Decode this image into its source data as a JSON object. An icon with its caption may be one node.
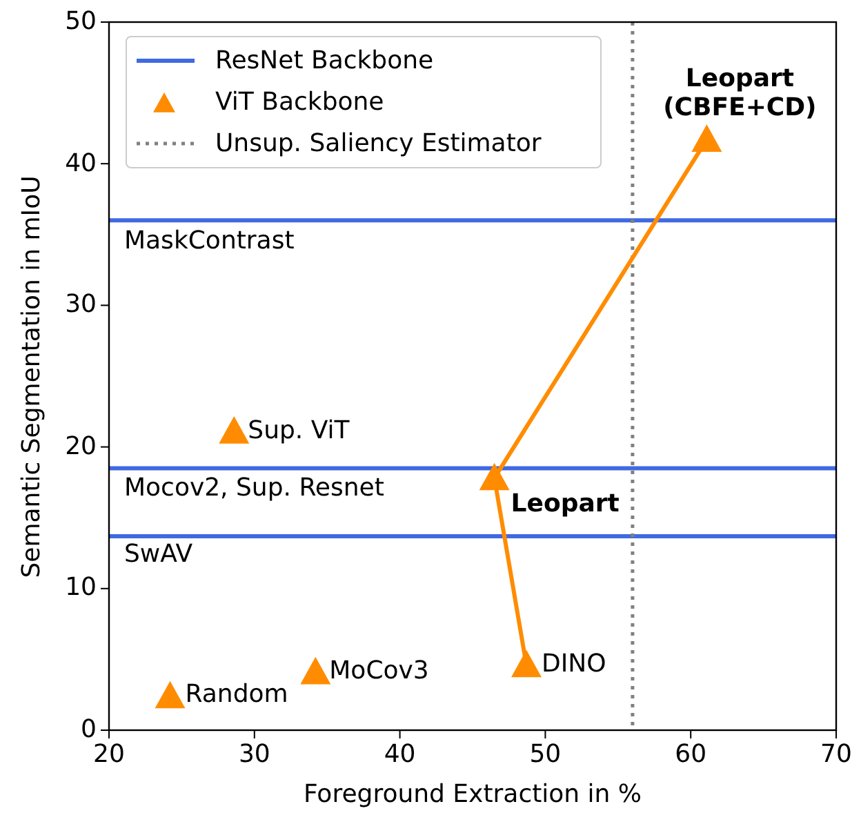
{
  "diagram": {
    "legend": [
      {
        "text": "ResNet Backbone"
      },
      {
        "text": "ViT Backbone"
      },
      {
        "text": "Unsup. Saliency Estimator"
      }
    ],
    "chart_data": {
      "type": "scatter",
      "xlabel": "Foreground Extraction in %",
      "ylabel": "Semantic Segmentation in mIoU",
      "xlim": [
        20,
        70
      ],
      "ylim": [
        0,
        50
      ],
      "xticks": [
        20,
        30,
        40,
        50,
        60,
        70
      ],
      "yticks": [
        0,
        10,
        20,
        30,
        40,
        50
      ],
      "x": [
        24.2,
        34.2,
        28.6,
        48.7,
        46.5,
        61.1
      ],
      "series": [
        {
          "color": "#ff8c00",
          "values": [
            2.4,
            4.1,
            21.1,
            4.6,
            17.8,
            41.7
          ]
        },
        {
          "color": "#ff8c00",
          "type": "line",
          "values": [
            null,
            null,
            null,
            4.6,
            17.8,
            41.7
          ]
        }
      ],
      "ref_lines": [
        {
          "axis": "y",
          "value": 36,
          "label": "MaskContrast",
          "color": "#4169e1"
        },
        {
          "axis": "y",
          "value": 18.5,
          "label": "Mocov2, Sup. Resnet",
          "color": "#4169e1"
        },
        {
          "axis": "y",
          "value": 13.7,
          "label": "SwAV",
          "color": "#4169e1"
        },
        {
          "axis": "x",
          "value": 56,
          "color": "#808080"
        }
      ],
      "annotations": [
        {
          "text": "Random",
          "x": 24.2,
          "y": 2.4
        },
        {
          "text": "MoCov3",
          "x": 34.2,
          "y": 4.1
        },
        {
          "text": "Sup. ViT",
          "x": 28.6,
          "y": 21.1
        },
        {
          "text": "DINO",
          "x": 48.7,
          "y": 4.6
        },
        {
          "text": "Leopart",
          "x": 46.5,
          "y": 17.8
        },
        {
          "text": "Leopart (CBFE+CD)",
          "x": 61.1,
          "y": 41.7
        }
      ]
    }
  }
}
